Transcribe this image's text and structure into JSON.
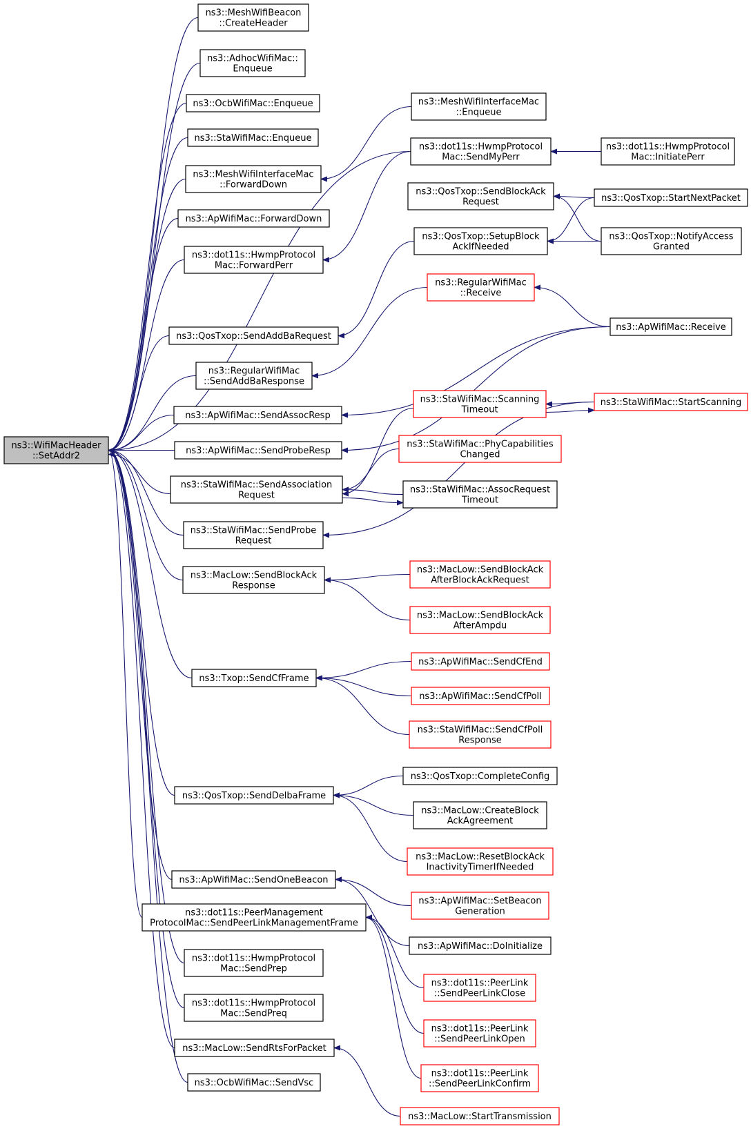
{
  "colors": {
    "edge": "#191970",
    "node_border_normal": "#000000",
    "node_border_truncated": "#ff0000",
    "node_fill": "#ffffff",
    "root_fill": "#bfbfbf"
  },
  "nodes": [
    {
      "id": "root",
      "lines": [
        "ns3::WifiMacHeader",
        "::SetAddr2"
      ],
      "style": "root"
    },
    {
      "id": "n1",
      "lines": [
        "ns3::MeshWifiBeacon",
        "::CreateHeader"
      ],
      "style": "normal"
    },
    {
      "id": "n2",
      "lines": [
        "ns3::AdhocWifiMac::",
        "Enqueue"
      ],
      "style": "normal"
    },
    {
      "id": "n3",
      "lines": [
        "ns3::OcbWifiMac::Enqueue"
      ],
      "style": "normal"
    },
    {
      "id": "n4",
      "lines": [
        "ns3::StaWifiMac::Enqueue"
      ],
      "style": "normal"
    },
    {
      "id": "n5",
      "lines": [
        "ns3::MeshWifiInterfaceMac",
        "::ForwardDown"
      ],
      "style": "normal"
    },
    {
      "id": "n6",
      "lines": [
        "ns3::ApWifiMac::ForwardDown"
      ],
      "style": "normal"
    },
    {
      "id": "n7",
      "lines": [
        "ns3::dot11s::HwmpProtocol",
        "Mac::ForwardPerr"
      ],
      "style": "normal"
    },
    {
      "id": "n8",
      "lines": [
        "ns3::QosTxop::SendAddBaRequest"
      ],
      "style": "normal"
    },
    {
      "id": "n9",
      "lines": [
        "ns3::RegularWifiMac",
        "::SendAddBaResponse"
      ],
      "style": "normal"
    },
    {
      "id": "n10",
      "lines": [
        "ns3::ApWifiMac::SendAssocResp"
      ],
      "style": "normal"
    },
    {
      "id": "n11",
      "lines": [
        "ns3::ApWifiMac::SendProbeResp"
      ],
      "style": "normal"
    },
    {
      "id": "n12",
      "lines": [
        "ns3::StaWifiMac::SendAssociation",
        "Request"
      ],
      "style": "normal"
    },
    {
      "id": "n13",
      "lines": [
        "ns3::StaWifiMac::SendProbe",
        "Request"
      ],
      "style": "normal"
    },
    {
      "id": "n14",
      "lines": [
        "ns3::MacLow::SendBlockAck",
        "Response"
      ],
      "style": "normal"
    },
    {
      "id": "n15",
      "lines": [
        "ns3::Txop::SendCfFrame"
      ],
      "style": "normal"
    },
    {
      "id": "n16",
      "lines": [
        "ns3::QosTxop::SendDelbaFrame"
      ],
      "style": "normal"
    },
    {
      "id": "n17",
      "lines": [
        "ns3::ApWifiMac::SendOneBeacon"
      ],
      "style": "normal"
    },
    {
      "id": "n18",
      "lines": [
        "ns3::dot11s::PeerManagement",
        "ProtocolMac::SendPeerLinkManagementFrame"
      ],
      "style": "normal"
    },
    {
      "id": "n19",
      "lines": [
        "ns3::dot11s::HwmpProtocol",
        "Mac::SendPrep"
      ],
      "style": "normal"
    },
    {
      "id": "n20",
      "lines": [
        "ns3::dot11s::HwmpProtocol",
        "Mac::SendPreq"
      ],
      "style": "normal"
    },
    {
      "id": "n21",
      "lines": [
        "ns3::MacLow::SendRtsForPacket"
      ],
      "style": "normal"
    },
    {
      "id": "n22",
      "lines": [
        "ns3::OcbWifiMac::SendVsc"
      ],
      "style": "normal"
    },
    {
      "id": "m1",
      "lines": [
        "ns3::MeshWifiInterfaceMac",
        "::Enqueue"
      ],
      "style": "normal"
    },
    {
      "id": "m2",
      "lines": [
        "ns3::dot11s::HwmpProtocol",
        "Mac::SendMyPerr"
      ],
      "style": "normal"
    },
    {
      "id": "m3",
      "lines": [
        "ns3::QosTxop::SendBlockAck",
        "Request"
      ],
      "style": "normal"
    },
    {
      "id": "m4",
      "lines": [
        "ns3::QosTxop::SetupBlock",
        "AckIfNeeded"
      ],
      "style": "normal"
    },
    {
      "id": "m5",
      "lines": [
        "ns3::RegularWifiMac",
        "::Receive"
      ],
      "style": "truncated"
    },
    {
      "id": "m6",
      "lines": [
        "ns3::StaWifiMac::Scanning",
        "Timeout"
      ],
      "style": "truncated"
    },
    {
      "id": "m7",
      "lines": [
        "ns3::StaWifiMac::PhyCapabilities",
        "Changed"
      ],
      "style": "truncated"
    },
    {
      "id": "m8",
      "lines": [
        "ns3::StaWifiMac::AssocRequest",
        "Timeout"
      ],
      "style": "normal"
    },
    {
      "id": "m9",
      "lines": [
        "ns3::MacLow::SendBlockAck",
        "AfterBlockAckRequest"
      ],
      "style": "truncated"
    },
    {
      "id": "m10",
      "lines": [
        "ns3::MacLow::SendBlockAck",
        "AfterAmpdu"
      ],
      "style": "truncated"
    },
    {
      "id": "m11",
      "lines": [
        "ns3::ApWifiMac::SendCfEnd"
      ],
      "style": "truncated"
    },
    {
      "id": "m12",
      "lines": [
        "ns3::ApWifiMac::SendCfPoll"
      ],
      "style": "truncated"
    },
    {
      "id": "m13",
      "lines": [
        "ns3::StaWifiMac::SendCfPoll",
        "Response"
      ],
      "style": "truncated"
    },
    {
      "id": "m14",
      "lines": [
        "ns3::QosTxop::CompleteConfig"
      ],
      "style": "normal"
    },
    {
      "id": "m15",
      "lines": [
        "ns3::MacLow::CreateBlock",
        "AckAgreement"
      ],
      "style": "normal"
    },
    {
      "id": "m16",
      "lines": [
        "ns3::MacLow::ResetBlockAck",
        "InactivityTimerIfNeeded"
      ],
      "style": "truncated"
    },
    {
      "id": "m17",
      "lines": [
        "ns3::ApWifiMac::SetBeacon",
        "Generation"
      ],
      "style": "truncated"
    },
    {
      "id": "m18",
      "lines": [
        "ns3::ApWifiMac::DoInitialize"
      ],
      "style": "normal"
    },
    {
      "id": "m19",
      "lines": [
        "ns3::dot11s::PeerLink",
        "::SendPeerLinkClose"
      ],
      "style": "truncated"
    },
    {
      "id": "m20",
      "lines": [
        "ns3::dot11s::PeerLink",
        "::SendPeerLinkOpen"
      ],
      "style": "truncated"
    },
    {
      "id": "m21",
      "lines": [
        "ns3::dot11s::PeerLink",
        "::SendPeerLinkConfirm"
      ],
      "style": "truncated"
    },
    {
      "id": "m22",
      "lines": [
        "ns3::MacLow::StartTransmission"
      ],
      "style": "truncated"
    },
    {
      "id": "r1",
      "lines": [
        "ns3::dot11s::HwmpProtocol",
        "Mac::InitiatePerr"
      ],
      "style": "normal"
    },
    {
      "id": "r2",
      "lines": [
        "ns3::QosTxop::StartNextPacket"
      ],
      "style": "normal"
    },
    {
      "id": "r3",
      "lines": [
        "ns3::QosTxop::NotifyAccess",
        "Granted"
      ],
      "style": "normal"
    },
    {
      "id": "r4",
      "lines": [
        "ns3::ApWifiMac::Receive"
      ],
      "style": "normal"
    },
    {
      "id": "r5",
      "lines": [
        "ns3::StaWifiMac::StartScanning"
      ],
      "style": "truncated"
    }
  ],
  "edges": [
    [
      "n1",
      "root"
    ],
    [
      "n2",
      "root"
    ],
    [
      "n3",
      "root"
    ],
    [
      "n4",
      "root"
    ],
    [
      "n5",
      "root"
    ],
    [
      "n6",
      "root"
    ],
    [
      "n7",
      "root"
    ],
    [
      "m2",
      "root"
    ],
    [
      "n8",
      "root"
    ],
    [
      "n9",
      "root"
    ],
    [
      "n10",
      "root"
    ],
    [
      "n11",
      "root"
    ],
    [
      "n12",
      "root"
    ],
    [
      "n13",
      "root"
    ],
    [
      "n14",
      "root"
    ],
    [
      "n15",
      "root"
    ],
    [
      "n16",
      "root"
    ],
    [
      "n17",
      "root"
    ],
    [
      "n18",
      "root"
    ],
    [
      "n19",
      "root"
    ],
    [
      "n20",
      "root"
    ],
    [
      "n21",
      "root"
    ],
    [
      "n22",
      "root"
    ],
    [
      "m1",
      "n5"
    ],
    [
      "m2",
      "n7"
    ],
    [
      "m4",
      "n8"
    ],
    [
      "m5",
      "n9"
    ],
    [
      "r4",
      "n10"
    ],
    [
      "r4",
      "n11"
    ],
    [
      "m6",
      "n12"
    ],
    [
      "m7",
      "n12"
    ],
    [
      "m8",
      "n12"
    ],
    [
      "n12",
      "m8"
    ],
    [
      "r5",
      "n13"
    ],
    [
      "m9",
      "n14"
    ],
    [
      "m10",
      "n14"
    ],
    [
      "m11",
      "n15"
    ],
    [
      "m12",
      "n15"
    ],
    [
      "m13",
      "n15"
    ],
    [
      "m14",
      "n16"
    ],
    [
      "m15",
      "n16"
    ],
    [
      "m16",
      "n16"
    ],
    [
      "m17",
      "n17"
    ],
    [
      "m18",
      "n17"
    ],
    [
      "m19",
      "n18"
    ],
    [
      "m20",
      "n18"
    ],
    [
      "m21",
      "n18"
    ],
    [
      "m22",
      "n21"
    ],
    [
      "r1",
      "m2"
    ],
    [
      "r2",
      "m3"
    ],
    [
      "r3",
      "m3"
    ],
    [
      "r2",
      "m4"
    ],
    [
      "r3",
      "m4"
    ],
    [
      "r4",
      "m5"
    ],
    [
      "r5",
      "m6"
    ],
    [
      "m6",
      "r5"
    ]
  ]
}
